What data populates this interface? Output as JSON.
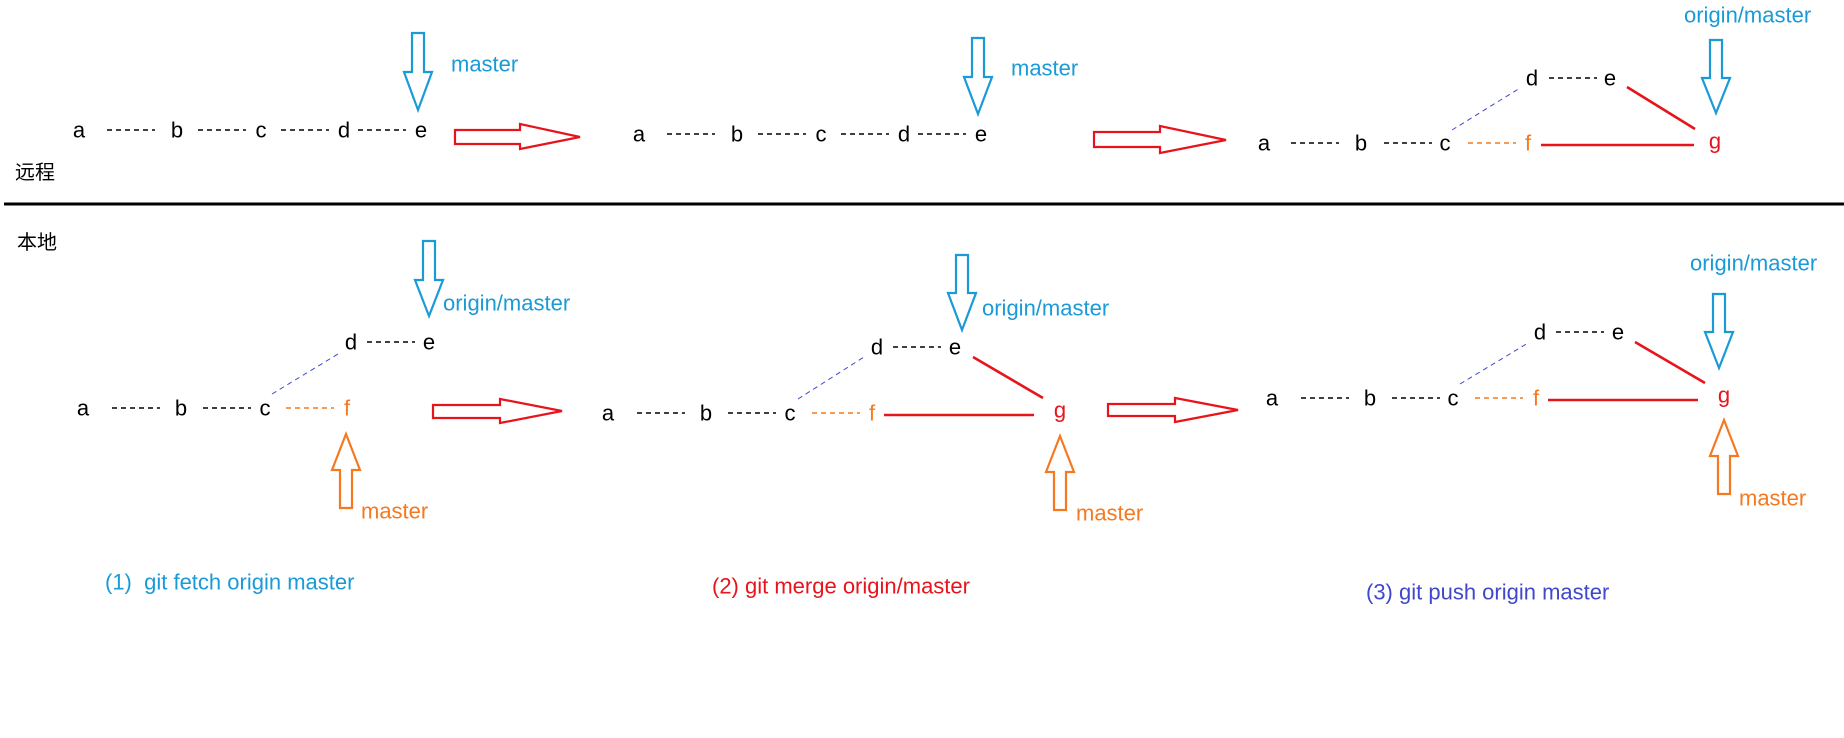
{
  "colors": {
    "black": "#000000",
    "blue": "#1a9ad6",
    "red": "#e8141c",
    "orange": "#f47920",
    "purple": "#3f48cc",
    "branch_link": "#3f48cc"
  },
  "areas": {
    "remote": "远程",
    "local": "本地"
  },
  "commits": {
    "a": "a",
    "b": "b",
    "c": "c",
    "d": "d",
    "e": "e",
    "f": "f",
    "g": "g"
  },
  "refs": {
    "master": "master",
    "origin_master": "origin/master"
  },
  "steps": [
    {
      "label": "(1)  git fetch origin master"
    },
    {
      "label": "(2) git merge origin/master"
    },
    {
      "label": "(3) git push origin master"
    }
  ],
  "icons": {
    "remote_ref_arrow": "down-arrow-icon",
    "local_ref_arrow": "up-arrow-icon",
    "transition_arrow": "right-arrow-icon"
  }
}
